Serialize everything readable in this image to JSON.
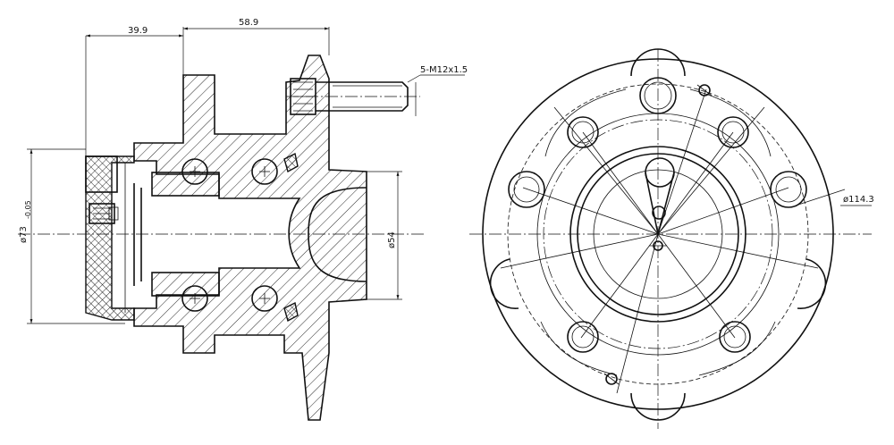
{
  "dimensions": {
    "hub_offset": "39.9",
    "overall_width": "58.9",
    "stud_spec": "5-M12x1.5",
    "bore_diameter": "ø73",
    "bore_tolerance": "-0.05",
    "pilot_diameter": "ø54",
    "pcd": "ø114.3"
  },
  "colors": {
    "line": "#111111",
    "background": "#ffffff"
  }
}
